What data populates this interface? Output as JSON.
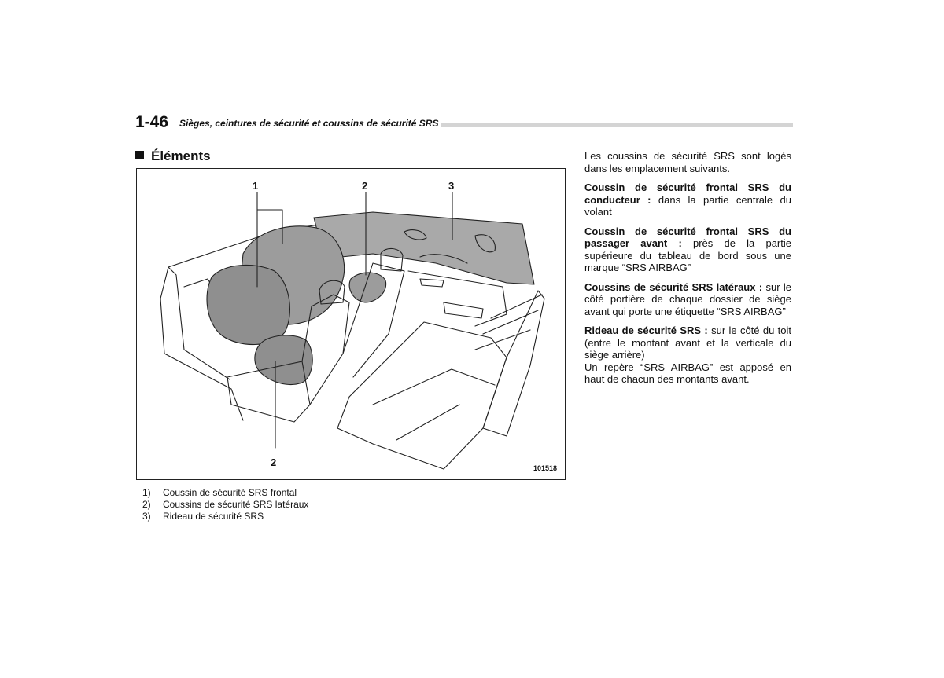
{
  "header": {
    "page_number": "1-46",
    "chapter_title": "Sièges, ceintures de sécurité et coussins de sécurité SRS"
  },
  "section": {
    "title": "Éléments"
  },
  "figure": {
    "callouts": [
      "1",
      "2",
      "3",
      "2"
    ],
    "code": "101518"
  },
  "legend": [
    {
      "num": "1)",
      "text": "Coussin de sécurité SRS frontal"
    },
    {
      "num": "2)",
      "text": "Coussins de sécurité SRS latéraux"
    },
    {
      "num": "3)",
      "text": "Rideau de sécurité SRS"
    }
  ],
  "body": {
    "intro": "Les coussins de sécurité SRS sont logés dans les emplacement suivants.",
    "items": [
      {
        "term": "Coussin de sécurité frontal SRS du conducteur :",
        "desc": " dans la partie centrale du volant"
      },
      {
        "term": "Coussin de sécurité frontal SRS du passager avant :",
        "desc": " près de la partie supérieure du tableau de bord sous une marque “SRS AIRBAG”"
      },
      {
        "term": "Coussins de sécurité SRS latéraux :",
        "desc": " sur le côté portière de chaque dossier de siège avant qui porte une étiquette “SRS AIRBAG”"
      },
      {
        "term": "Rideau de sécurité SRS :",
        "desc": " sur le côté du toit (entre le montant avant et la verticale du siège arrière)"
      }
    ],
    "note": "Un repère “SRS AIRBAG” est apposé en haut de chacun des montants avant."
  }
}
